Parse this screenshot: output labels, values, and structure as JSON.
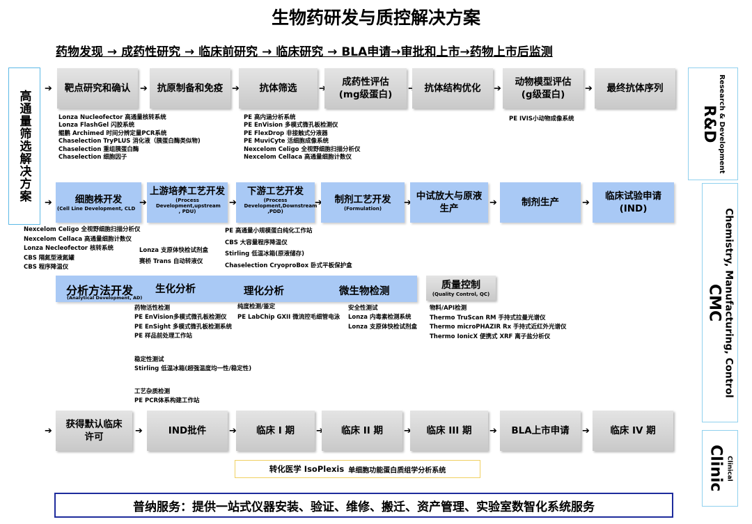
{
  "title": "生物药研发与质控解决方案",
  "subtitle": "药物发现 → 成药性研究 → 临床前研究 → 临床研究 → BLA申请→审批和上市→药物上市后监测",
  "left_label": "高通量筛选解决方案",
  "sections": {
    "rd": {
      "main": "R&D",
      "sub": "Research & Development"
    },
    "cmc": {
      "main": "CMC",
      "sub": "Chemistry, Manufacturing, Control"
    },
    "clinic": {
      "main": "Clinic",
      "sub": "Clinical"
    }
  },
  "rd_steps": [
    {
      "label": "靶点研究和确认"
    },
    {
      "label": "抗原制备和免疫"
    },
    {
      "label": "抗体筛选"
    },
    {
      "label": "成药性评估",
      "label2": "(mg级蛋白)"
    },
    {
      "label": "抗体结构优化"
    },
    {
      "label": "动物模型评估",
      "label2": "(g级蛋白)"
    },
    {
      "label": "最终抗体序列"
    }
  ],
  "rd_equipment": {
    "col1": [
      "Lonza Nucleofector 高通量核转系统",
      "Lonza FlashGel 闪胶系统",
      "鲲鹏 Archimed 时间分辨定量PCR系统",
      "Chaselection TryPLUS 消化液（胰蛋白酶类似物)",
      "Chaselection 重组胰蛋白酶",
      "Chaselection 细胞因子"
    ],
    "col2": [
      "PE 高内涵分析系统",
      "PE EnVision 多模式微孔板检测仪",
      "PE FlexDrop 非接触式分液器",
      "PE MuviCyte 活细胞成像系统",
      "Nexcelom Celigo 全视野细胞扫描分析仪",
      "Nexcelom Cellaca 高通量细胞计数仪"
    ],
    "col3": [
      "PE IVIS小动物成像系统"
    ]
  },
  "cmc_steps": [
    {
      "label": "细胞株开发",
      "sub": "(Cell Line Development, CLD"
    },
    {
      "label": "上游培养工艺开发",
      "sub": "(Process Development,upstream , PDU)"
    },
    {
      "label": "下游工艺开发",
      "sub": "(Process Development,Downstream ,PDD)"
    },
    {
      "label": "制剂工艺开发",
      "sub": "(Formulation)"
    },
    {
      "label": "中试放大与原液",
      "label2": "生产"
    },
    {
      "label": "制剂生产"
    },
    {
      "label": "临床试验申请",
      "label2": "(IND)"
    }
  ],
  "cmc_equipment": {
    "col1": [
      "Nexcelom Celigo 全视野细胞扫描分析仪",
      "Nexcelom Cellaca 高通量细胞计数仪",
      "Lonza Necleofector 核转系统",
      "CBS 隔氮型液氮罐",
      "CBS 程序降温仪"
    ],
    "col2": [
      "Lonza 支原体快检试剂盒",
      "赛桥 Trans 自动转液仪"
    ],
    "col3": [
      "PE 高通量小规模蛋白纯化工作站",
      "CBS 大容量程序降温仪",
      "Stirling 低温冰箱(原液储存)",
      "Chaselection CryoproBox 卧式平板保护盒"
    ]
  },
  "analysis": {
    "banner": [
      {
        "label": "分析方法开发",
        "sub": "(Analytical Development, AD)"
      },
      {
        "label": "生化分析"
      },
      {
        "label": "理化分析"
      },
      {
        "label": "微生物检测"
      }
    ],
    "qc": {
      "label": "质量控制",
      "sub": "(Quality Control, QC)"
    },
    "bio_equipment": [
      "药物活性检测",
      "PE EnVision多模式微孔板检测仪",
      "PE EnSight 多模式微孔板检测系统",
      "PE 样品前处理工作站"
    ],
    "stability": [
      "稳定性测试",
      "Stirling 低温冰箱(超强温度均一性/稳定性)"
    ],
    "impurity": [
      "工艺杂质检测",
      "PE PCR体系构建工作站"
    ],
    "phys_equipment": [
      "纯度检测/鉴定",
      "PE LabChip GXII 微流控毛细管电泳"
    ],
    "micro_equipment": [
      "安全性测试",
      "Lonza 内毒素检测系统",
      "Lonza 支原体快检试剂盒"
    ],
    "qc_equipment": [
      "物料/API检测",
      "Thermo TruScan RM 手持式拉曼光谱仪",
      "Thermo microPHAZIR Rx 手持式近红外光谱仪",
      "Thermo IonicX 便携式 XRF 离子盐分析仪"
    ]
  },
  "clinic_steps": [
    {
      "label": "获得默认临床",
      "label2": "许可"
    },
    {
      "label": "IND批件"
    },
    {
      "label": "临床 I 期"
    },
    {
      "label": "临床 II 期"
    },
    {
      "label": "临床 III 期"
    },
    {
      "label": "BLA上市申请"
    },
    {
      "label": "临床 IV 期"
    }
  ],
  "translational": {
    "label": "转化医学 IsoPlexis",
    "desc": "单细胞功能蛋白质组学分析系统"
  },
  "footer": "普纳服务：提供一站式仪器安装、验证、维修、搬迁、资产管理、实验室数智化系统服务"
}
